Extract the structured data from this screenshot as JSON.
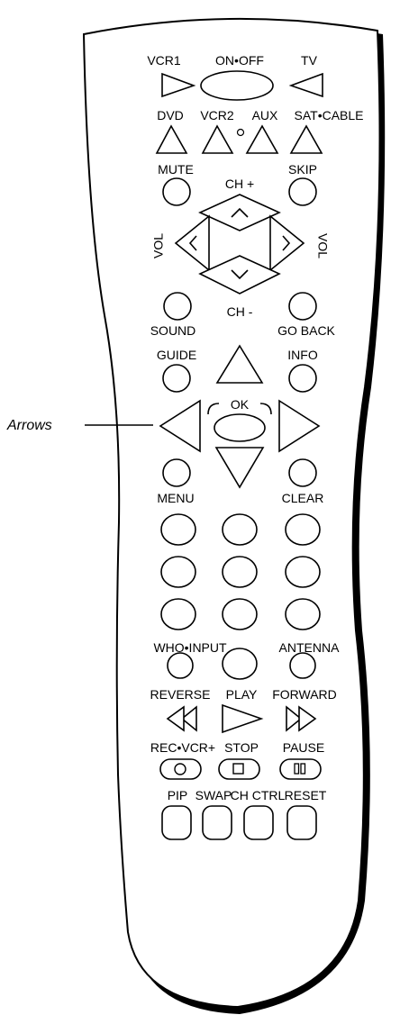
{
  "callout": {
    "text": "Arrows"
  },
  "labels": {
    "vcr1": "VCR1",
    "on_off": "ON•OFF",
    "tv": "TV",
    "dvd": "DVD",
    "vcr2": "VCR2",
    "aux": "AUX",
    "sat_cable": "SAT•CABLE",
    "mute": "MUTE",
    "skip": "SKIP",
    "ch_plus": "CH +",
    "vol_left": "VOL",
    "vol_right": "VOL",
    "ch_minus": "CH -",
    "sound": "SOUND",
    "go_back": "GO  BACK",
    "guide": "GUIDE",
    "info": "INFO",
    "ok": "OK",
    "menu": "MENU",
    "clear": "CLEAR",
    "who_input": "WHO•INPUT",
    "antenna": "ANTENNA",
    "reverse": "REVERSE",
    "play": "PLAY",
    "forward": "FORWARD",
    "rec_vcr": "REC•VCR+",
    "stop": "STOP",
    "pause": "PAUSE",
    "pip": "PIP",
    "swap": "SWAP",
    "ch_ctrl": "CH CTRL",
    "reset": "RESET"
  }
}
